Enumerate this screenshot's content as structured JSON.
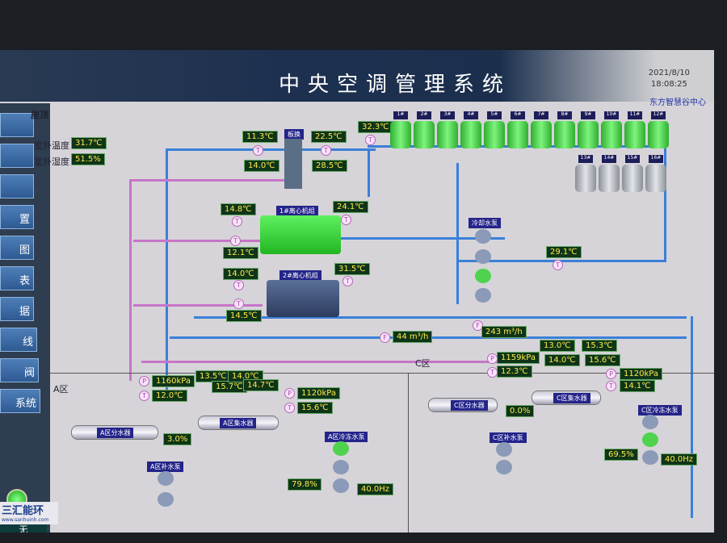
{
  "header": {
    "title": "中央空调管理系统",
    "date": "2021/8/10",
    "time": "18:08:25",
    "org": "东方智慧谷中心"
  },
  "sidebar": {
    "buttons": [
      "",
      "",
      "",
      "置",
      "图",
      "表",
      "据",
      "线",
      "阀",
      "系统"
    ],
    "status": "无",
    "logo": "三汇能环",
    "logo_url": "www.sanhuinh.com"
  },
  "roof": {
    "label": "屋顶",
    "outdoor_temp_label": "室外温度",
    "outdoor_temp": "31.7℃",
    "outdoor_hum_label": "室外湿度",
    "outdoor_hum": "51.5%"
  },
  "plate_hx": {
    "label": "板换",
    "t1": "11.3℃",
    "t2": "22.5℃",
    "t3": "14.0℃",
    "t4": "28.5℃"
  },
  "towers": {
    "supply_temp": "32.3℃",
    "units": [
      "1#",
      "2#",
      "3#",
      "4#",
      "5#",
      "6#",
      "7#",
      "8#",
      "9#",
      "10#",
      "11#",
      "12#"
    ],
    "standby": [
      "13#",
      "14#",
      "15#",
      "16#"
    ]
  },
  "chiller1": {
    "label": "1#离心机组",
    "t_in": "14.8℃",
    "t_out": "12.1℃",
    "t_cond": "24.1℃"
  },
  "chiller2": {
    "label": "2#离心机组",
    "t_in": "14.0℃",
    "t_out": "14.5℃",
    "t_cond": "31.5℃"
  },
  "cooling_pumps": {
    "label": "冷却水泵",
    "temp": "29.1℃"
  },
  "flow": {
    "f1": "44 m³/h",
    "f2": "243 m³/h"
  },
  "zone_a": {
    "label": "A区",
    "p_supply": "1160kPa",
    "t_supply": "12.0℃",
    "splitter": "A区分水器",
    "bypass": "3.0%",
    "collector": "A区集水器",
    "branch_temps": [
      "13.5℃",
      "15.7℃",
      "14.0℃",
      "14.7℃"
    ],
    "p_return": "1120kPa",
    "t_return": "15.6℃",
    "chw_pumps": "A区冷冻水泵",
    "valve": "79.8%",
    "freq": "40.0Hz",
    "makeup_pumps": "A区补水泵"
  },
  "zone_c": {
    "label": "C区",
    "p_supply": "1159kPa",
    "t_supply": "12.3℃",
    "splitter": "C区分水器",
    "bypass": "0.0%",
    "collector": "C区集水器",
    "branch_temps": [
      "13.0℃",
      "14.0℃",
      "15.3℃",
      "15.6℃"
    ],
    "p_return": "1120kPa",
    "t_return": "14.1℃",
    "chw_pumps": "C区冷冻水泵",
    "valve": "69.5%",
    "freq": "40.0Hz",
    "makeup_pumps": "C区补水泵"
  }
}
